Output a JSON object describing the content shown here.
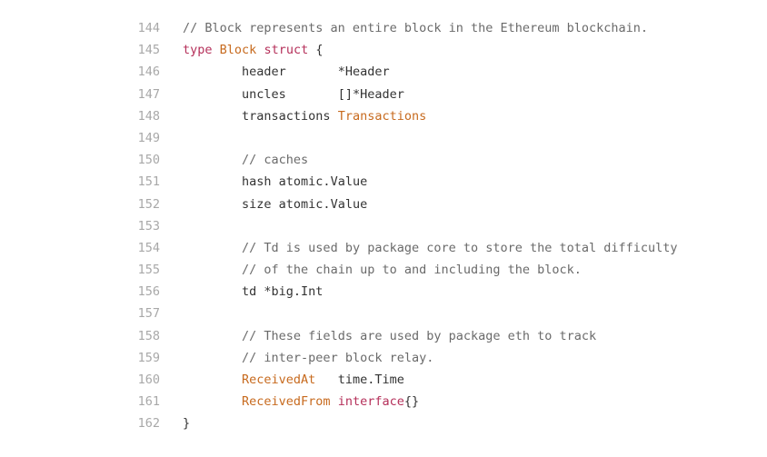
{
  "colors": {
    "background": "#ffffff",
    "line_number": "#a8a8a8",
    "plain": "#333333",
    "comment": "#6a6a6a",
    "keyword": "#b5305a",
    "type": "#c76a1e"
  },
  "lines": [
    {
      "number": "144",
      "tokens": [
        {
          "t": "// Block represents an entire block in the Ethereum blockchain.",
          "k": "comment"
        }
      ]
    },
    {
      "number": "145",
      "tokens": [
        {
          "t": "type",
          "k": "keyword"
        },
        {
          "t": " ",
          "k": "plain"
        },
        {
          "t": "Block",
          "k": "type"
        },
        {
          "t": " ",
          "k": "plain"
        },
        {
          "t": "struct",
          "k": "keyword"
        },
        {
          "t": " {",
          "k": "plain"
        }
      ]
    },
    {
      "number": "146",
      "tokens": [
        {
          "t": "\theader       *Header",
          "k": "plain"
        }
      ]
    },
    {
      "number": "147",
      "tokens": [
        {
          "t": "\tuncles       []*Header",
          "k": "plain"
        }
      ]
    },
    {
      "number": "148",
      "tokens": [
        {
          "t": "\ttransactions ",
          "k": "plain"
        },
        {
          "t": "Transactions",
          "k": "type"
        }
      ]
    },
    {
      "number": "149",
      "tokens": []
    },
    {
      "number": "150",
      "tokens": [
        {
          "t": "\t",
          "k": "plain"
        },
        {
          "t": "// caches",
          "k": "comment"
        }
      ]
    },
    {
      "number": "151",
      "tokens": [
        {
          "t": "\thash atomic.Value",
          "k": "plain"
        }
      ]
    },
    {
      "number": "152",
      "tokens": [
        {
          "t": "\tsize atomic.Value",
          "k": "plain"
        }
      ]
    },
    {
      "number": "153",
      "tokens": []
    },
    {
      "number": "154",
      "tokens": [
        {
          "t": "\t",
          "k": "plain"
        },
        {
          "t": "// Td is used by package core to store the total difficulty",
          "k": "comment"
        }
      ]
    },
    {
      "number": "155",
      "tokens": [
        {
          "t": "\t",
          "k": "plain"
        },
        {
          "t": "// of the chain up to and including the block.",
          "k": "comment"
        }
      ]
    },
    {
      "number": "156",
      "tokens": [
        {
          "t": "\ttd *big.Int",
          "k": "plain"
        }
      ]
    },
    {
      "number": "157",
      "tokens": []
    },
    {
      "number": "158",
      "tokens": [
        {
          "t": "\t",
          "k": "plain"
        },
        {
          "t": "// These fields are used by package eth to track",
          "k": "comment"
        }
      ]
    },
    {
      "number": "159",
      "tokens": [
        {
          "t": "\t",
          "k": "plain"
        },
        {
          "t": "// inter-peer block relay.",
          "k": "comment"
        }
      ]
    },
    {
      "number": "160",
      "tokens": [
        {
          "t": "\t",
          "k": "plain"
        },
        {
          "t": "ReceivedAt",
          "k": "type"
        },
        {
          "t": "   time.Time",
          "k": "plain"
        }
      ]
    },
    {
      "number": "161",
      "tokens": [
        {
          "t": "\t",
          "k": "plain"
        },
        {
          "t": "ReceivedFrom",
          "k": "type"
        },
        {
          "t": " ",
          "k": "plain"
        },
        {
          "t": "interface",
          "k": "keyword"
        },
        {
          "t": "{}",
          "k": "plain"
        }
      ]
    },
    {
      "number": "162",
      "tokens": [
        {
          "t": "}",
          "k": "plain"
        }
      ]
    }
  ]
}
